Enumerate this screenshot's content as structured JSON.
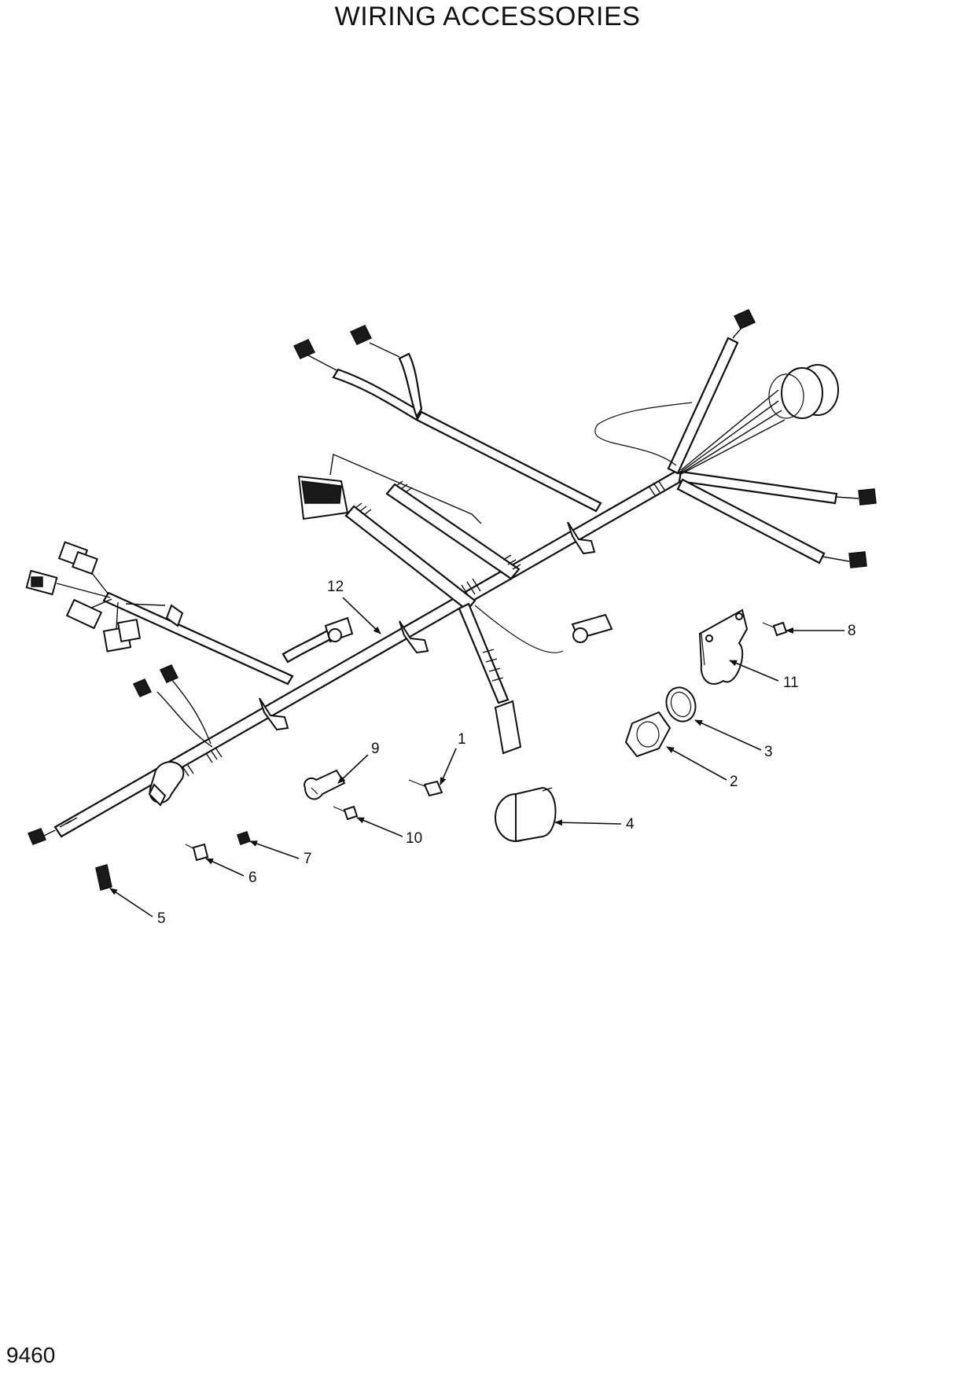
{
  "title": "WIRING ACCESSORIES",
  "page_number": "9460",
  "callouts": [
    {
      "id": "c1",
      "label": "1"
    },
    {
      "id": "c2",
      "label": "2"
    },
    {
      "id": "c3",
      "label": "3"
    },
    {
      "id": "c4",
      "label": "4"
    },
    {
      "id": "c5",
      "label": "5"
    },
    {
      "id": "c6",
      "label": "6"
    },
    {
      "id": "c7",
      "label": "7"
    },
    {
      "id": "c8",
      "label": "8"
    },
    {
      "id": "c9",
      "label": "9"
    },
    {
      "id": "c10",
      "label": "10"
    },
    {
      "id": "c11",
      "label": "11"
    },
    {
      "id": "c12",
      "label": "12"
    }
  ]
}
